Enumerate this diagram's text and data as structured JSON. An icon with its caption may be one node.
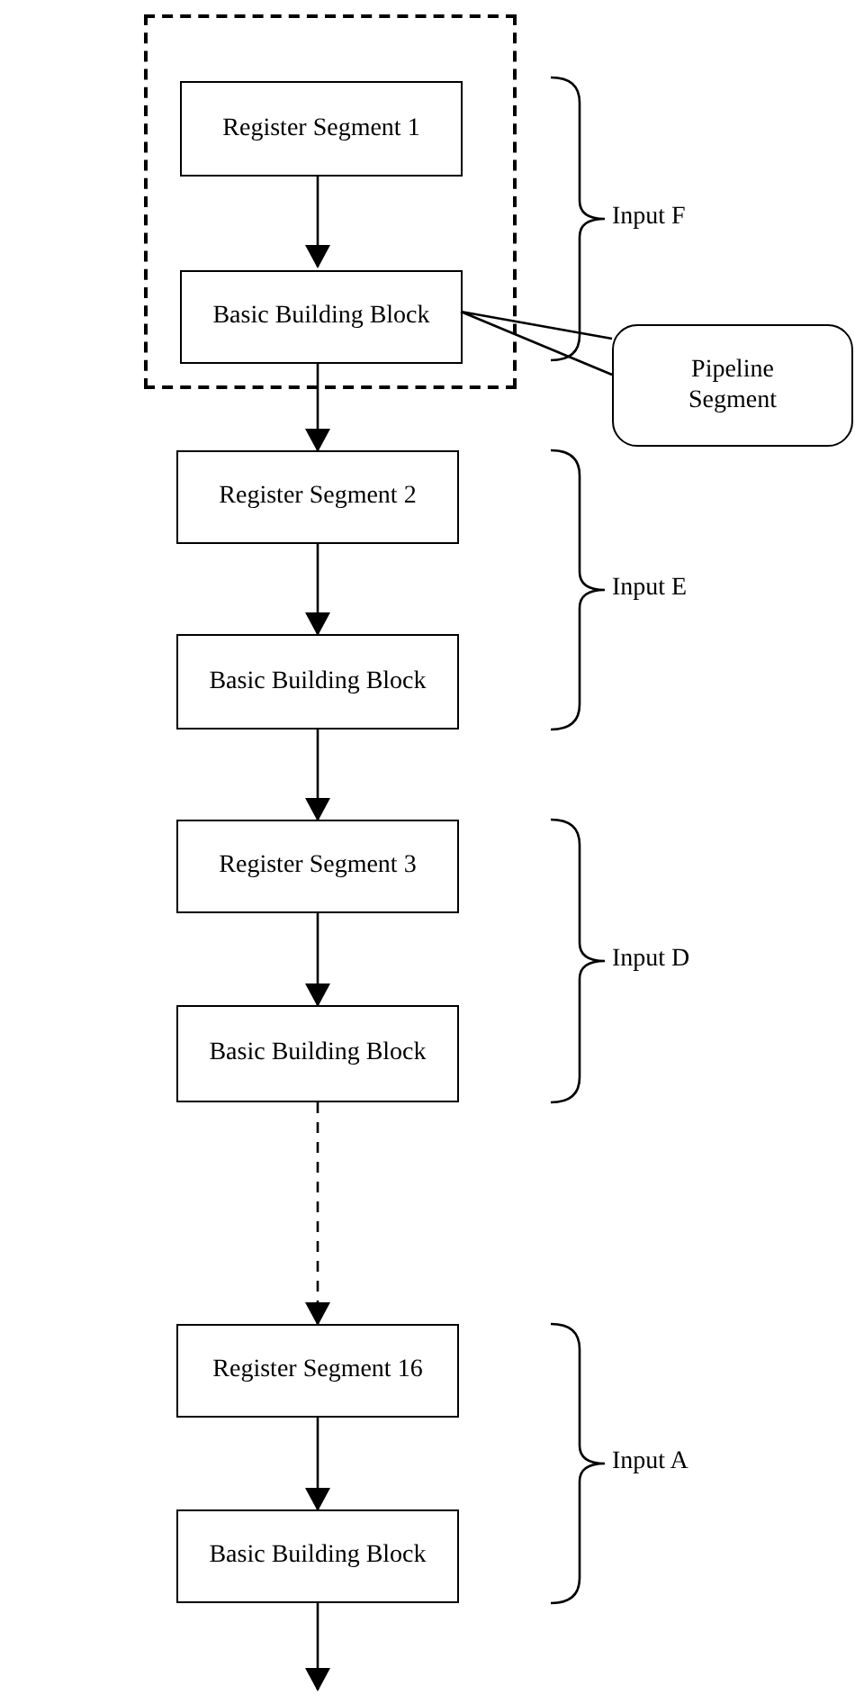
{
  "diagram": {
    "nodes": [
      {
        "text": [],
        "shape": "box"
      },
      {
        "text": [
          "Register Segment 1"
        ],
        "in": 0
      },
      {
        "text": [
          "Basic Building Block"
        ],
        "in": 0
      },
      {
        "text": [
          "Register Segment 2"
        ]
      },
      {
        "text": [
          "Basic Building Block"
        ]
      },
      {
        "text": [
          "Register Segment 3"
        ]
      },
      {
        "text": [
          "Basic Building Block"
        ]
      },
      {
        "text": [
          "Register Segment 16"
        ]
      },
      {
        "text": [
          "Basic Building Block"
        ]
      },
      {
        "text": [
          "Pipeline Segment"
        ]
      }
    ],
    "edges": [
      {
        "from": 1,
        "to": 2,
        "arrow": "to"
      },
      {
        "from": 2,
        "to": 3,
        "arrow": "to"
      },
      {
        "from": 3,
        "to": 4,
        "arrow": "to"
      },
      {
        "from": 4,
        "to": 5,
        "arrow": "to"
      },
      {
        "from": 5,
        "to": 6,
        "arrow": "to"
      },
      {
        "from": 6,
        "to": 7,
        "arrow": "to",
        "style": "dashed"
      },
      {
        "from": 7,
        "to": 8,
        "arrow": "to"
      },
      {
        "from": 8,
        "to": null,
        "arrow": "to"
      },
      {
        "from": 9,
        "to": 2,
        "arrow": "none"
      }
    ],
    "labels": [
      "Input F",
      "Input E",
      "Input D",
      "Input A"
    ]
  }
}
